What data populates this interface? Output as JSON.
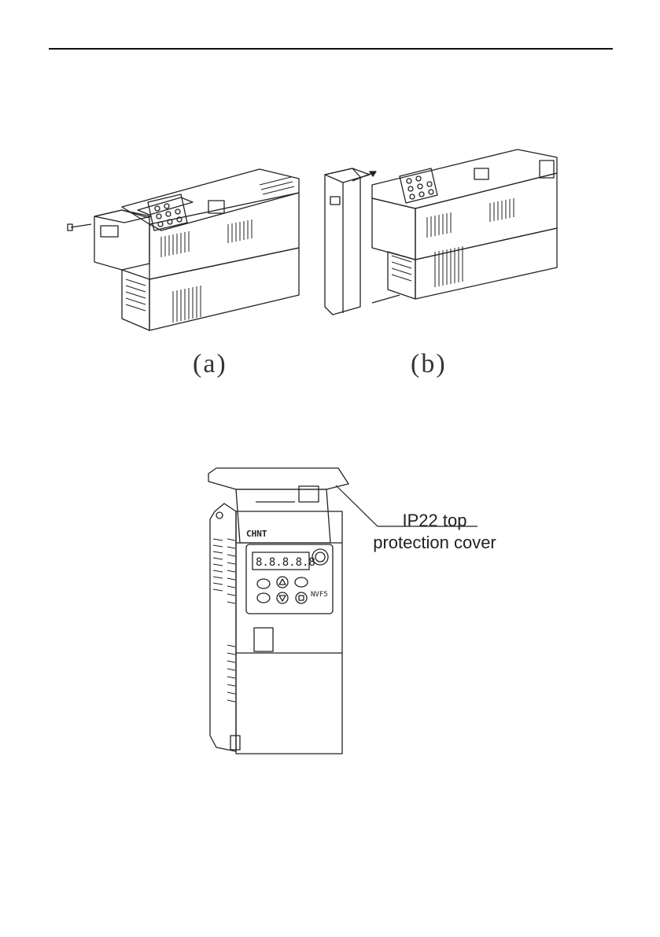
{
  "figure_top": {
    "caption_a": "(a)",
    "caption_b": "(b)"
  },
  "figure_bottom": {
    "brand_logo": "CHNT",
    "display_digits": "8.8.8.8.8",
    "model_mark": "NVF5",
    "callout_line1": "IP22 top",
    "callout_line2": "protection cover"
  },
  "icons": [
    "screw-icon",
    "arrow-icon",
    "keypad-button-icon",
    "up-triangle-icon",
    "down-triangle-icon",
    "stop-square-icon",
    "knob-icon"
  ]
}
